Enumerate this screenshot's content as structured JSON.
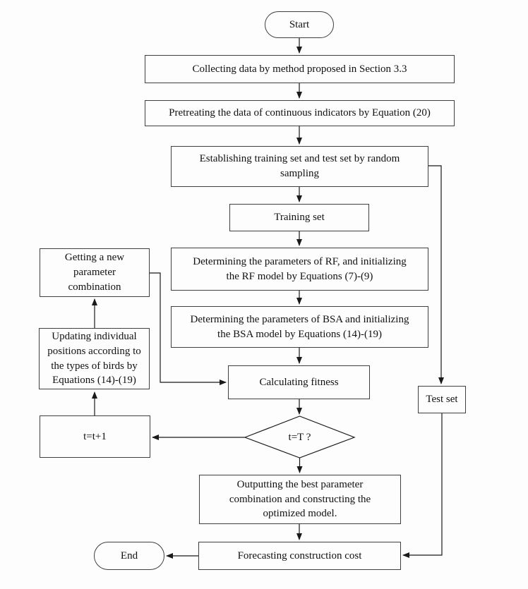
{
  "flowchart": {
    "nodes": {
      "start": {
        "label": "Start"
      },
      "collect": {
        "label": "Collecting data by method proposed in Section 3.3"
      },
      "pretreat": {
        "label": "Pretreating the data of continuous indicators by Equation (20)"
      },
      "establish": {
        "label": "Establishing training set and test set by random\nsampling"
      },
      "training_set": {
        "label": "Training set"
      },
      "rf": {
        "label": "Determining the parameters of RF, and initializing\nthe RF model by Equations (7)-(9)"
      },
      "bsa": {
        "label": "Determining the parameters of BSA and initializing\nthe BSA model by Equations (14)-(19)"
      },
      "fitness": {
        "label": "Calculating fitness"
      },
      "decision": {
        "label": "t=T ?"
      },
      "output": {
        "label": "Outputting the best parameter\ncombination and constructing the\noptimized model."
      },
      "forecast": {
        "label": "Forecasting construction cost"
      },
      "end": {
        "label": "End"
      },
      "getting": {
        "label": "Getting a new\nparameter\ncombination"
      },
      "updating": {
        "label": "Updating individual\npositions according to\nthe types of birds by\nEquations (14)-(19)"
      },
      "t_increment": {
        "label": "t=t+1"
      },
      "test_set": {
        "label": "Test set"
      }
    },
    "colors": {
      "line": "#1a1a1a",
      "box_border": "#3f3f3f",
      "text": "#111111",
      "background": "#fdfdfd"
    }
  }
}
